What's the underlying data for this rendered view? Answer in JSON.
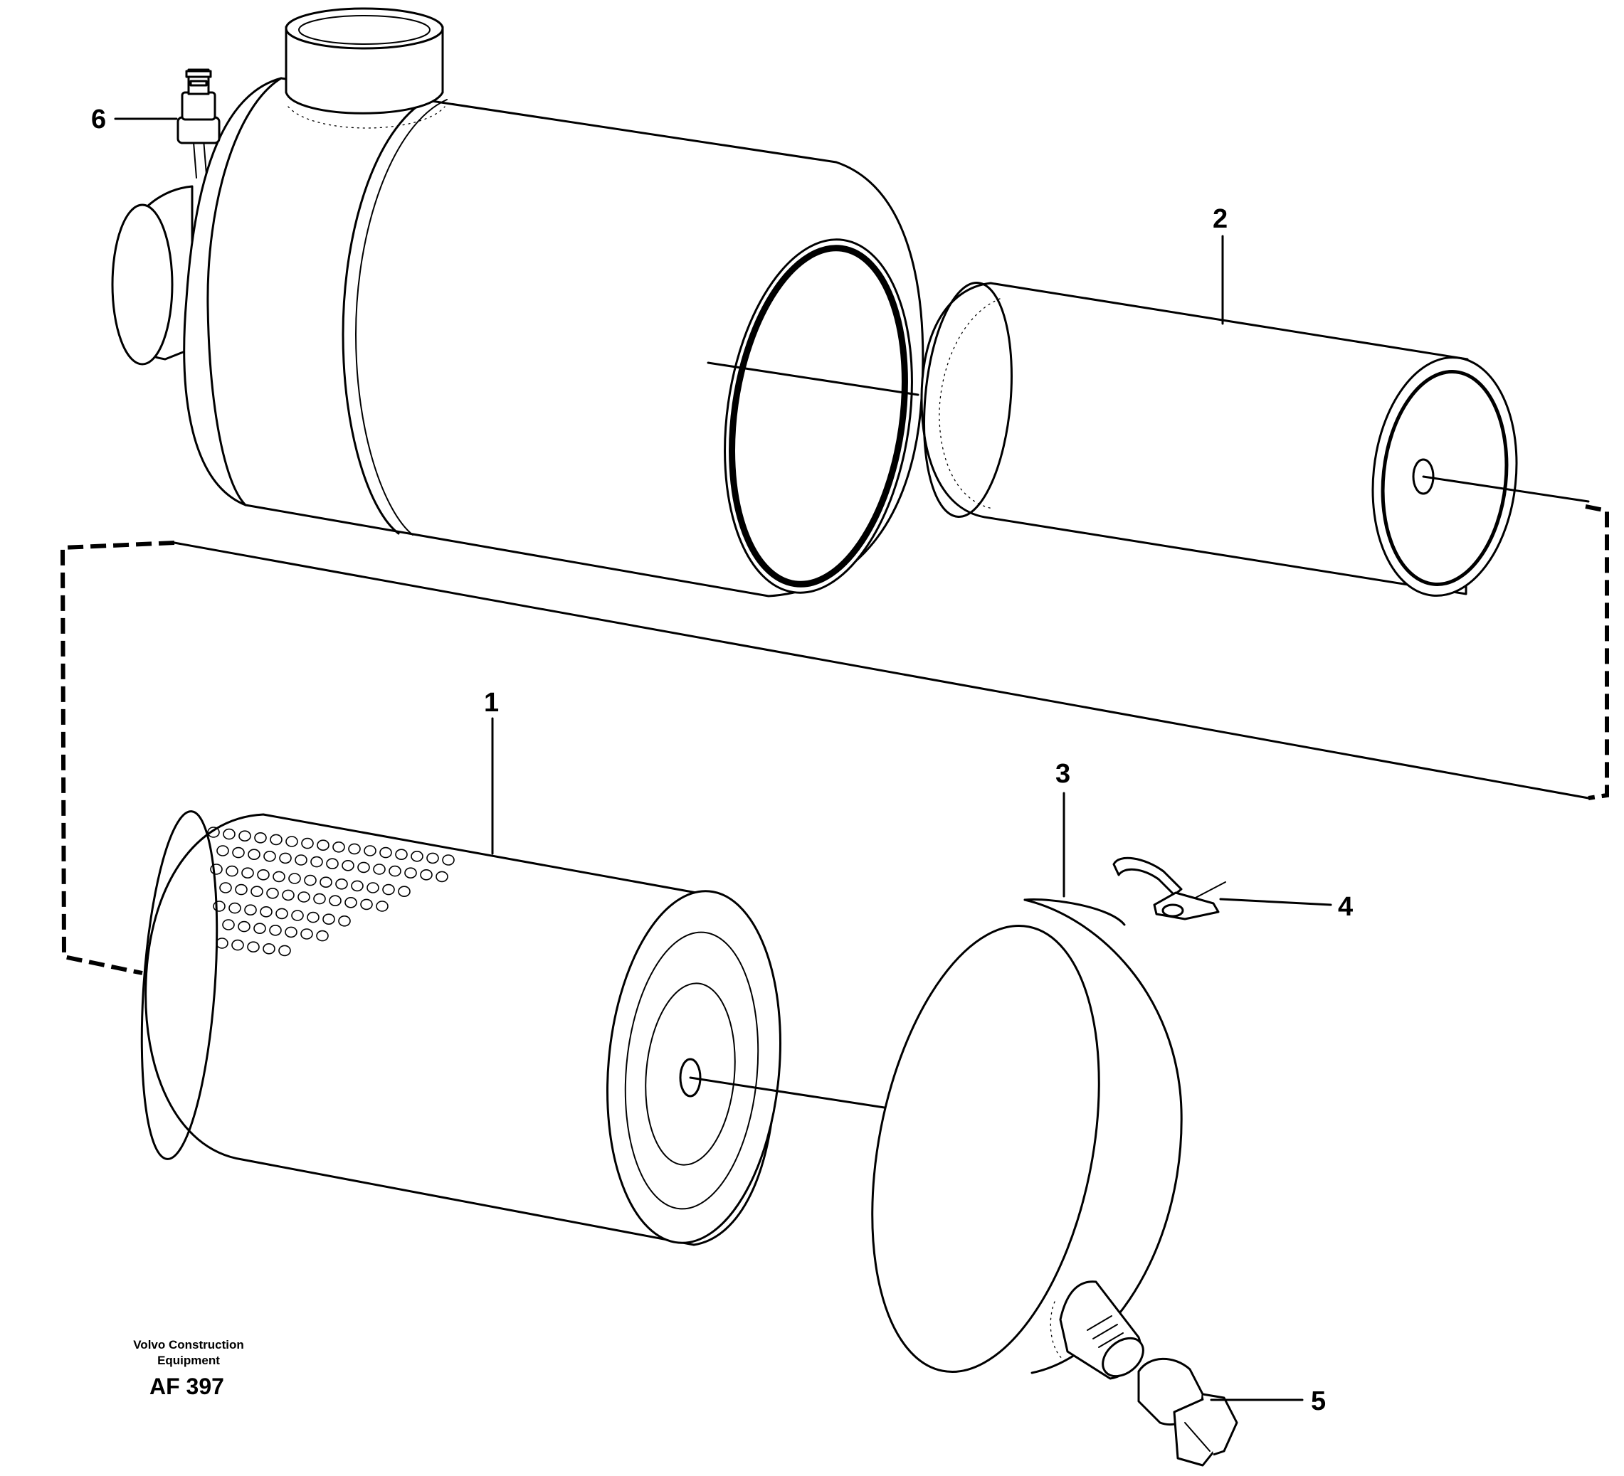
{
  "callouts": {
    "c1": "1",
    "c2": "2",
    "c3": "3",
    "c4": "4",
    "c5": "5",
    "c6": "6"
  },
  "credit": {
    "line1": "Volvo Construction",
    "line2": "Equipment",
    "code": "AF 397"
  }
}
